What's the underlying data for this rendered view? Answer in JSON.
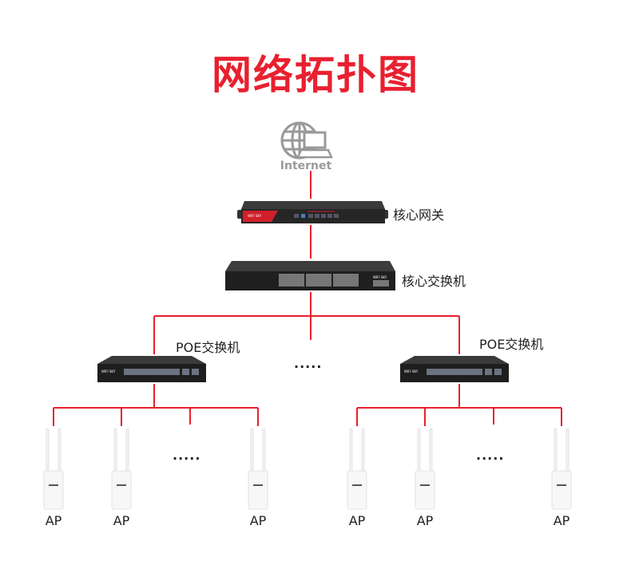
{
  "title": "网络拓扑图",
  "colors": {
    "title": "#e8202f",
    "link": "#e8202f",
    "device": "#2b2b2b"
  },
  "internet": {
    "label": "Internet",
    "icon": "globe-laptop-icon"
  },
  "gateway": {
    "label": "核心网关",
    "logo": "WIFI SKY"
  },
  "core_switch": {
    "label": "核心交换机",
    "logo": "WIFI SKY"
  },
  "poe_switches": [
    {
      "label": "POE交换机",
      "logo": "WIFI SKY"
    },
    {
      "label": "POE交换机",
      "logo": "WIFI SKY"
    }
  ],
  "ellipsis": "·····",
  "aps": [
    {
      "label": "AP"
    },
    {
      "label": "AP"
    },
    {
      "label": "AP"
    },
    {
      "label": "AP"
    },
    {
      "label": "AP"
    },
    {
      "label": "AP"
    }
  ]
}
